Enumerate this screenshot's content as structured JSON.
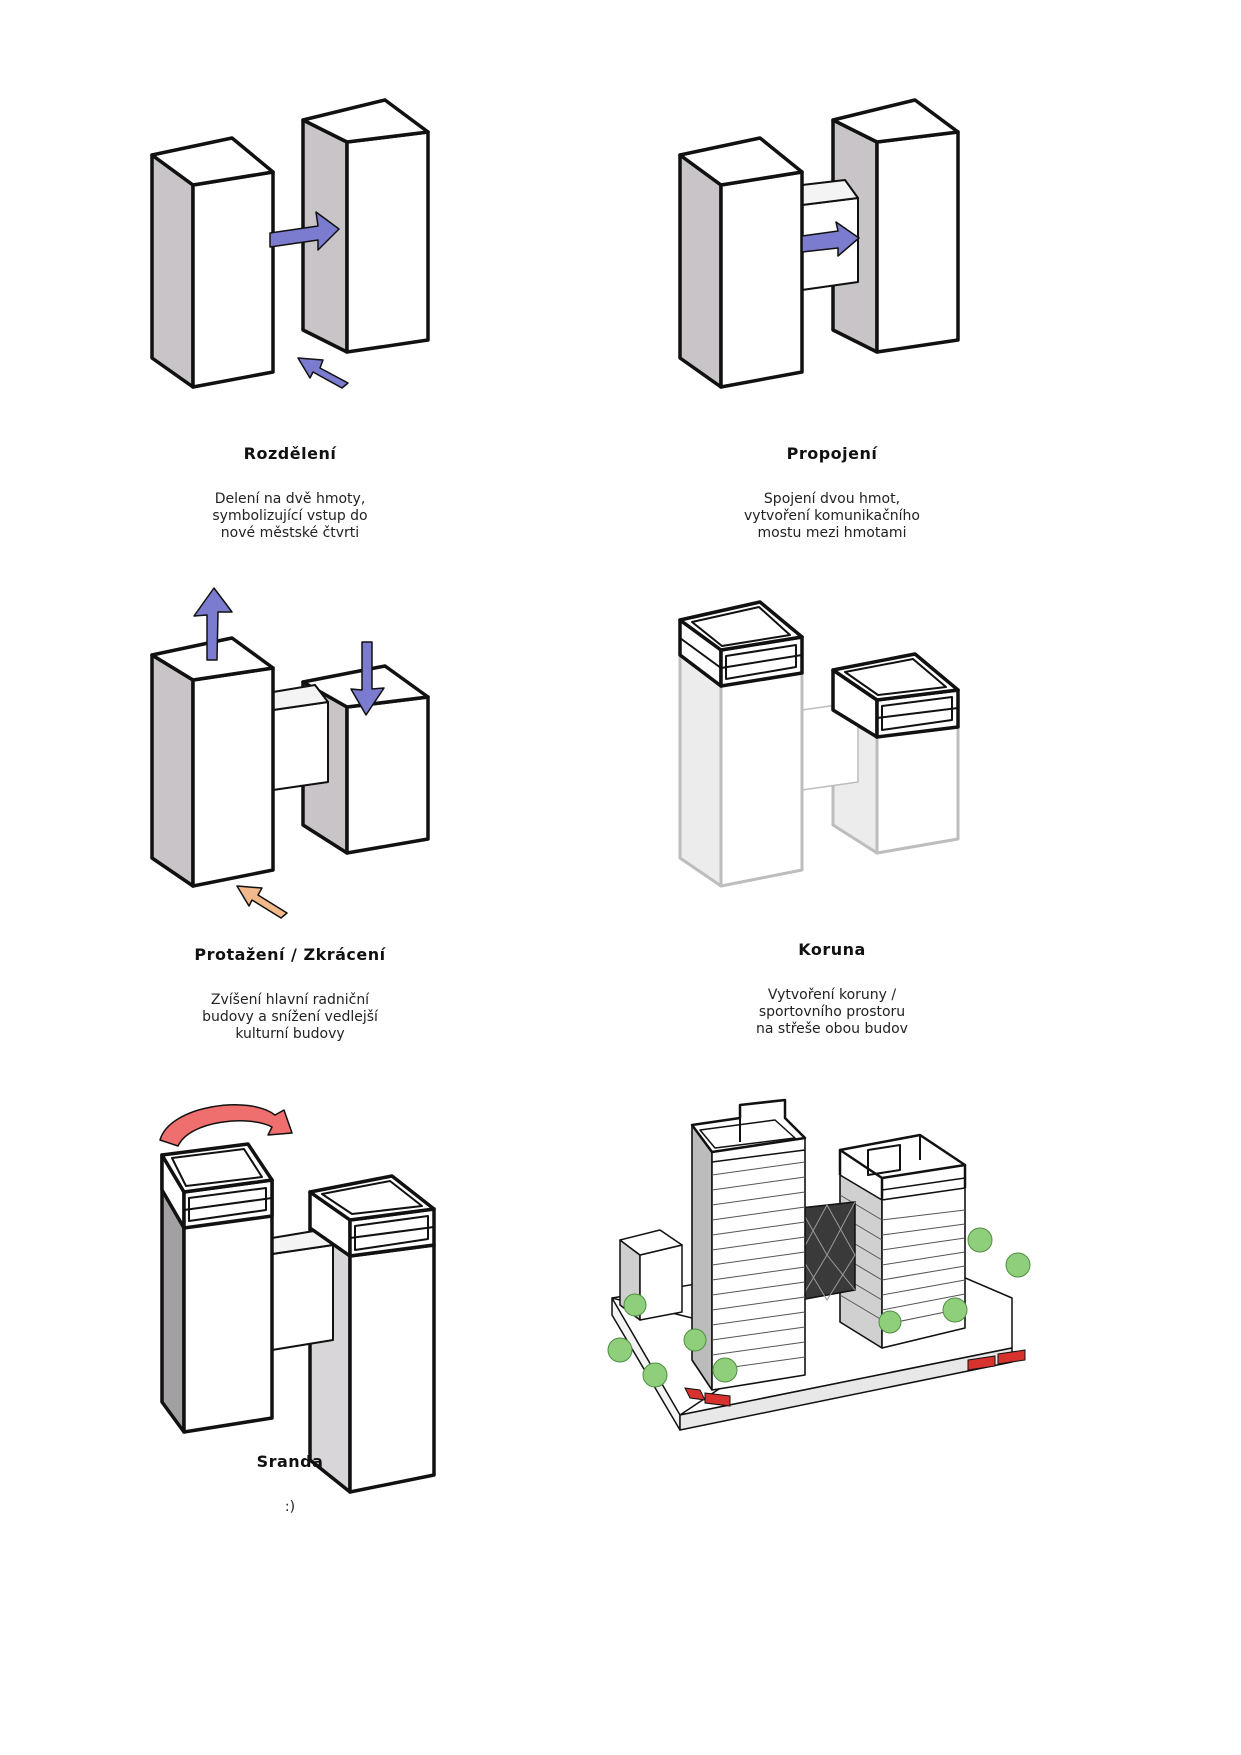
{
  "colors": {
    "outline": "#111111",
    "shade": "#c8c4c8",
    "arrow_blue": "#7b7bd0",
    "arrow_orange": "#f2b98a",
    "arrow_red": "#ef6e6e",
    "ghost": "#bdbdbd",
    "tree": "#8fcf7c",
    "bus": "#d8322e"
  },
  "panels": [
    {
      "title": "Rozdělení",
      "description": [
        "Delení na dvě hmoty,",
        "symbolizující vstup do",
        "nové městské čtvrti"
      ]
    },
    {
      "title": "Propojení",
      "description": [
        "Spojení dvou hmot,",
        "vytvoření komunikačního",
        "mostu mezi hmotami"
      ]
    },
    {
      "title": "Protažení / Zkrácení",
      "description": [
        "Zvíšení hlavní radniční",
        "budovy a snížení vedlejší",
        "kulturní budovy"
      ]
    },
    {
      "title": "Koruna",
      "description": [
        "Vytvoření koruny /",
        "sportovního prostoru",
        "na střeše obou budov"
      ]
    },
    {
      "title": "Sranda",
      "description": [
        ":)"
      ]
    }
  ]
}
